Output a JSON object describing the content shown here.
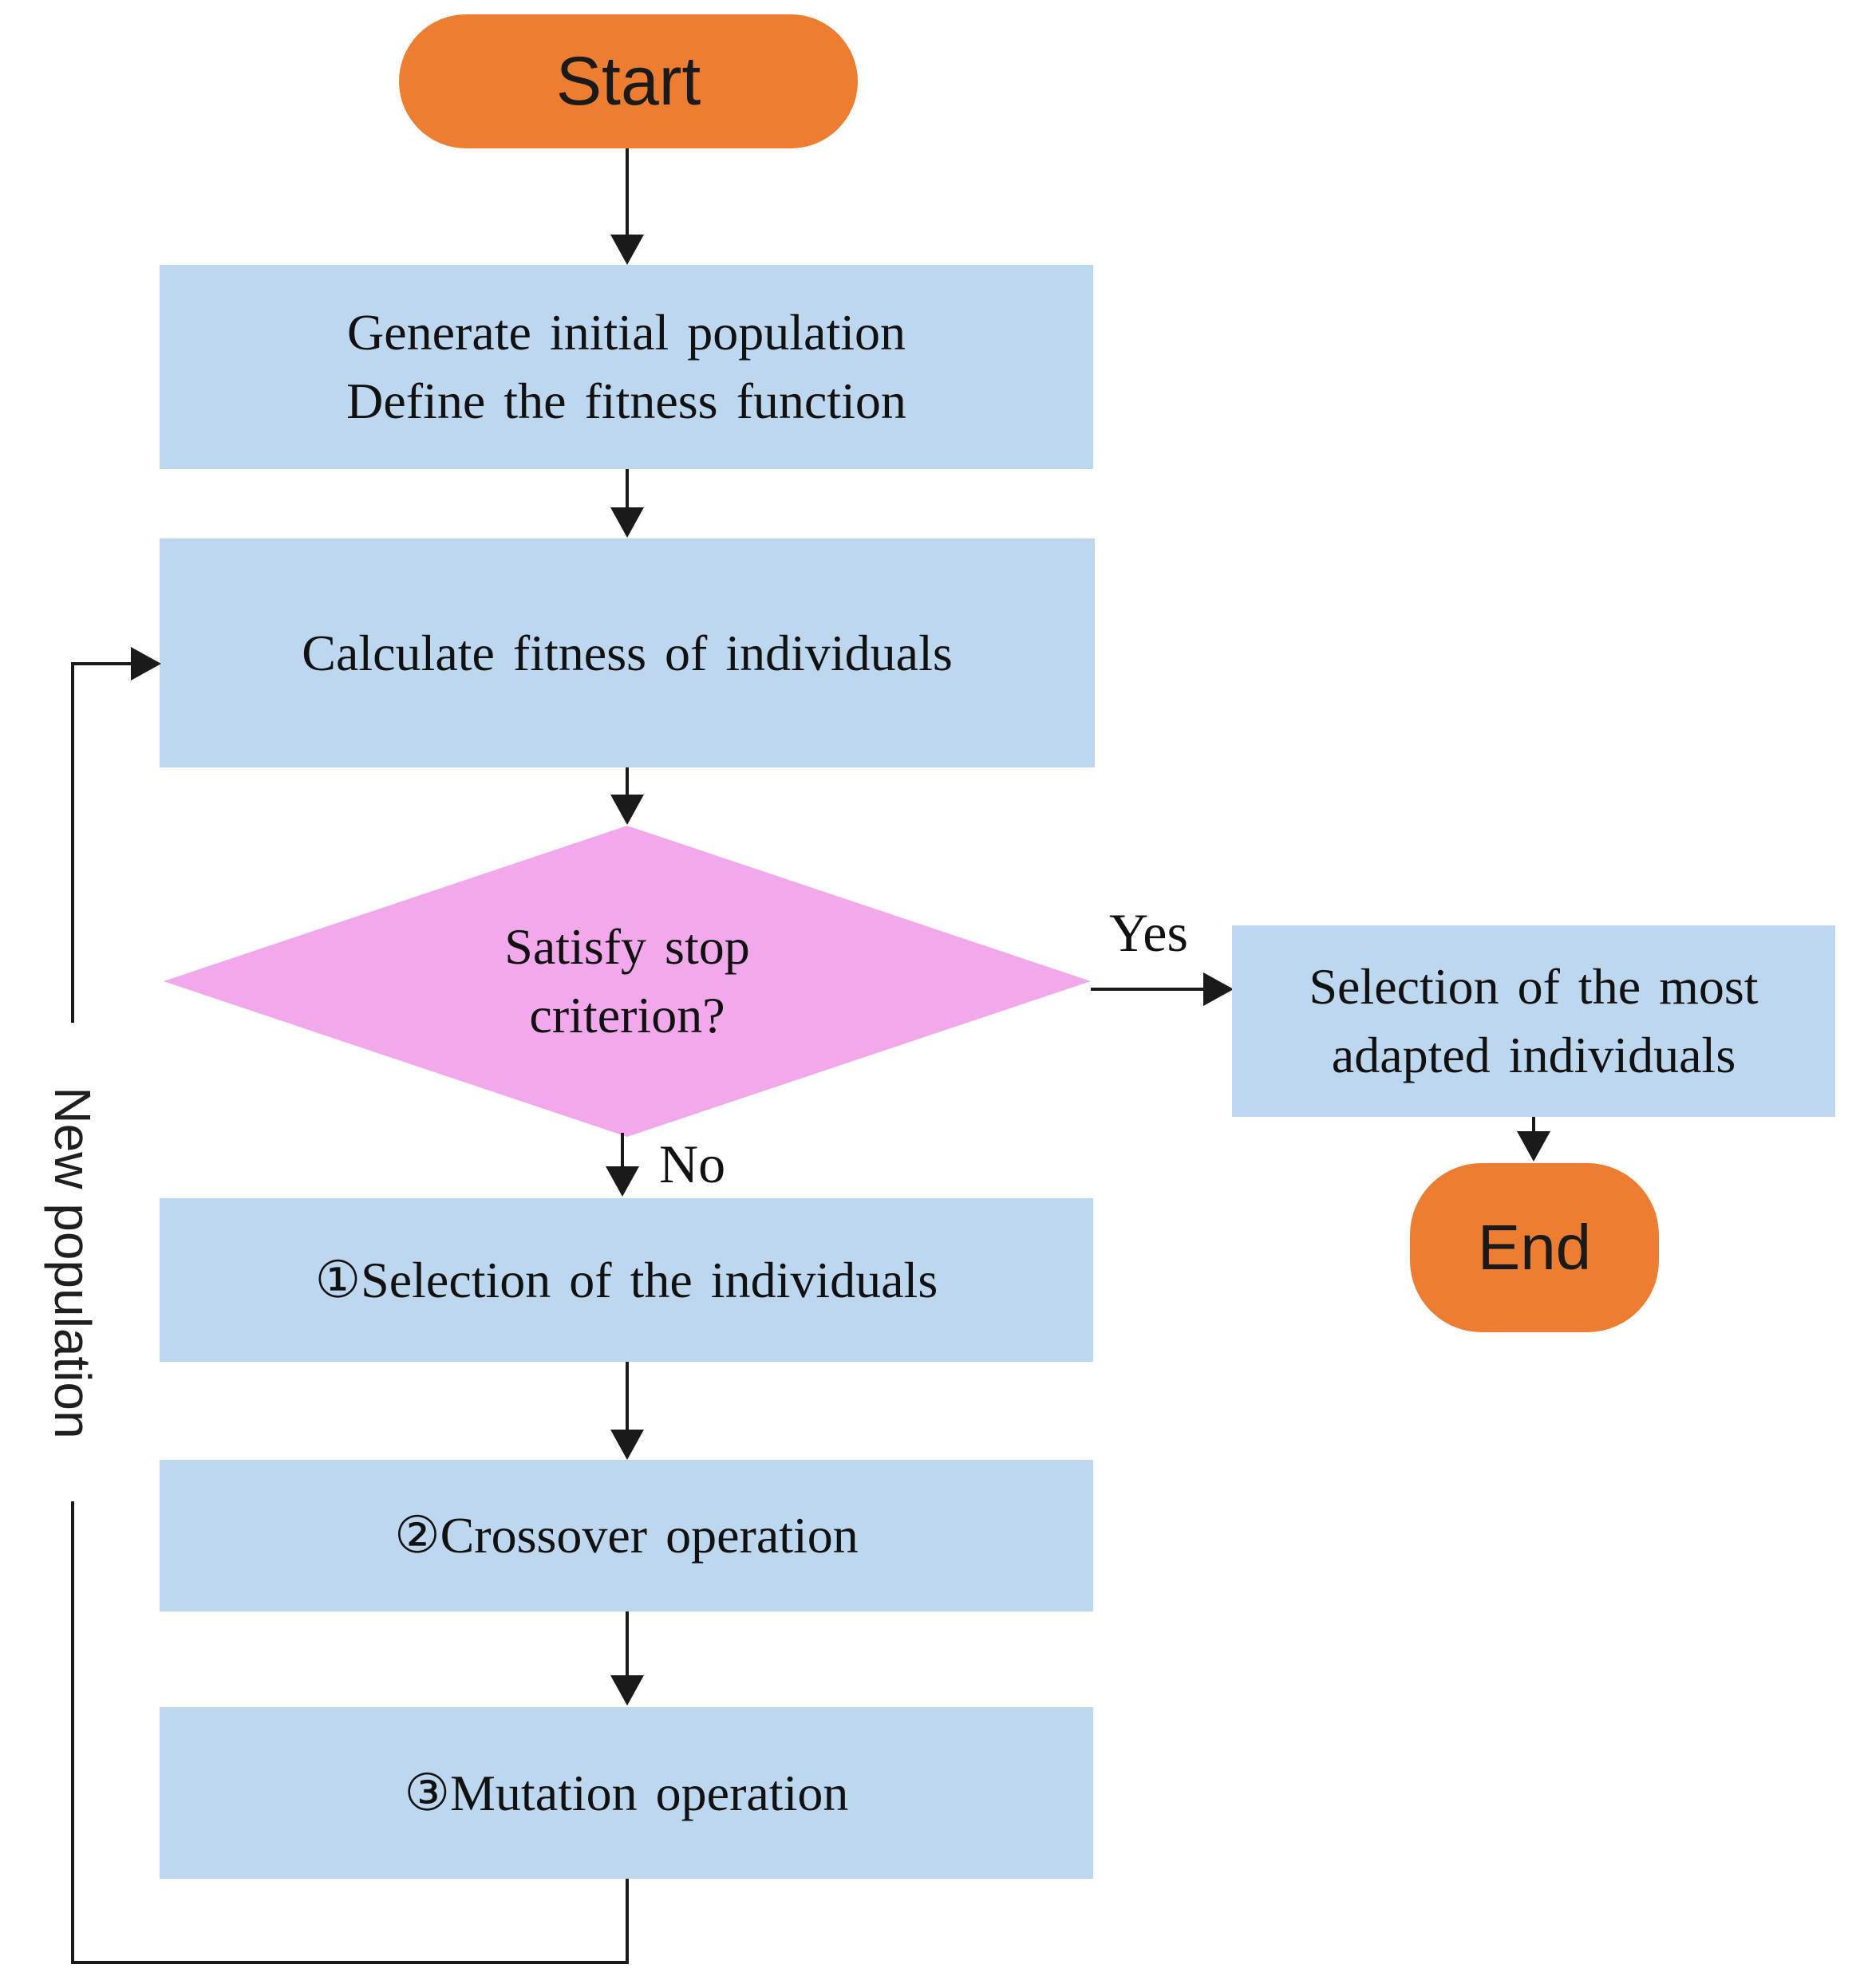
{
  "colors": {
    "terminator_fill": "#ED7D31",
    "process_fill": "#BDD7EE",
    "decision_fill": "#F2A9EC",
    "line": "#1A1A1A",
    "text": "#111111",
    "background": "#FFFFFF"
  },
  "nodes": {
    "start": {
      "label": "Start"
    },
    "generate": {
      "lines": [
        "Generate initial population",
        "Define the fitness function"
      ]
    },
    "calculate": {
      "label": "Calculate fitness of individuals"
    },
    "decision": {
      "lines": [
        "Satisfy stop",
        "criterion?"
      ]
    },
    "select_adapted": {
      "lines": [
        "Selection of the most",
        "adapted individuals"
      ]
    },
    "end": {
      "label": "End"
    },
    "select_individuals": {
      "label": "①Selection of the individuals"
    },
    "crossover": {
      "label": "②Crossover operation"
    },
    "mutation": {
      "label": "③Mutation operation"
    }
  },
  "edges": {
    "yes_label": "Yes",
    "no_label": "No",
    "loop_label": "New population"
  }
}
